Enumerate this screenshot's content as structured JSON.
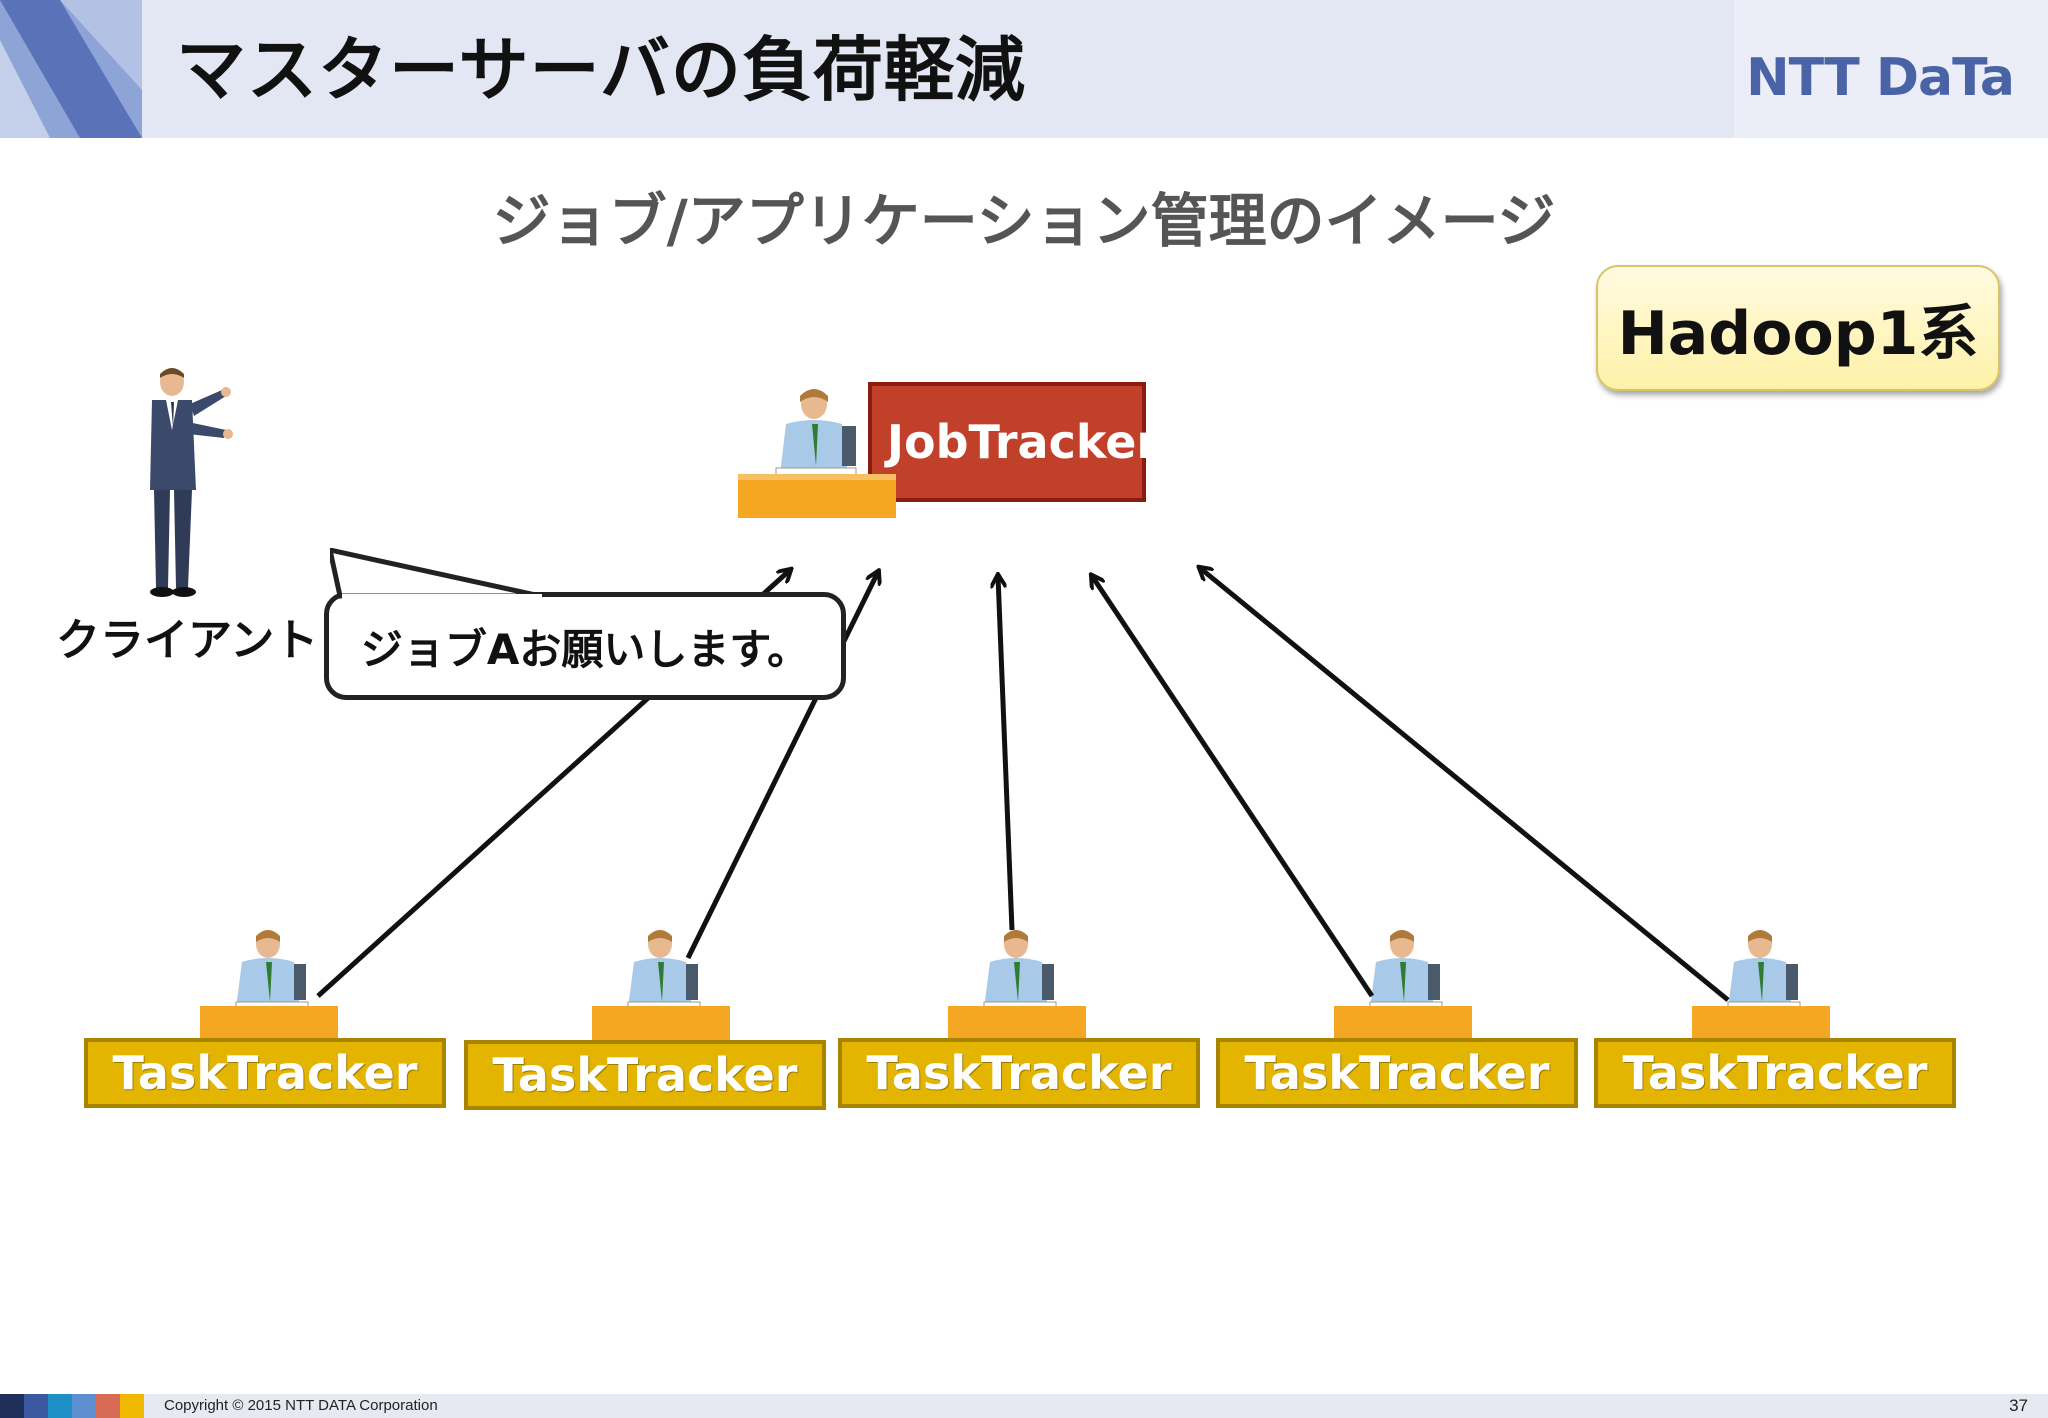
{
  "header": {
    "title": "マスターサーバの負荷軽減",
    "logo_text": "NTT DaTa"
  },
  "subtitle": "ジョブ/アプリケーション管理のイメージ",
  "badge": "Hadoop1系",
  "client": {
    "label": "クライアント",
    "speech": "ジョブAお願いします。"
  },
  "job_tracker": {
    "label": "JobTracker"
  },
  "task_trackers": [
    {
      "label": "TaskTracker"
    },
    {
      "label": "TaskTracker"
    },
    {
      "label": "TaskTracker"
    },
    {
      "label": "TaskTracker"
    },
    {
      "label": "TaskTracker"
    }
  ],
  "footer": {
    "copyright": "Copyright © 2015 NTT DATA Corporation",
    "page_number": "37"
  },
  "colors": {
    "job_tracker_fill": "#c0402a",
    "task_tracker_fill": "#e3b400",
    "badge_fill": "#fff1a8",
    "logo": "#4a63a6"
  }
}
